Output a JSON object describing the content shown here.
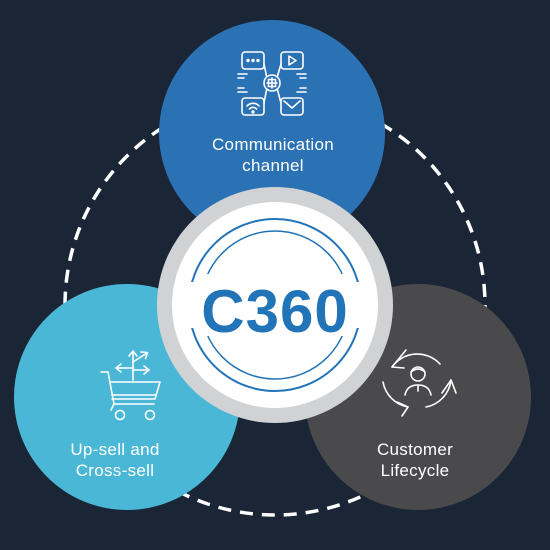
{
  "diagram": {
    "center": {
      "label": "C360"
    },
    "nodes": [
      {
        "id": "communication",
        "label_line1": "Communication",
        "label_line2": "channel",
        "icon": "communication-channels-icon",
        "color": "#2b72b5"
      },
      {
        "id": "upsell",
        "label_line1": "Up-sell and",
        "label_line2": "Cross-sell",
        "icon": "shopping-cart-arrows-icon",
        "color": "#4ab7d6"
      },
      {
        "id": "lifecycle",
        "label_line1": "Customer",
        "label_line2": "Lifecycle",
        "icon": "customer-cycle-icon",
        "color": "#4a4a4c"
      }
    ],
    "colors": {
      "background": "#1a2535",
      "ring_dash": "#ffffff",
      "center_fill": "#ffffff",
      "center_ring": "#d0d2d4",
      "center_text": "#2274b8"
    }
  }
}
